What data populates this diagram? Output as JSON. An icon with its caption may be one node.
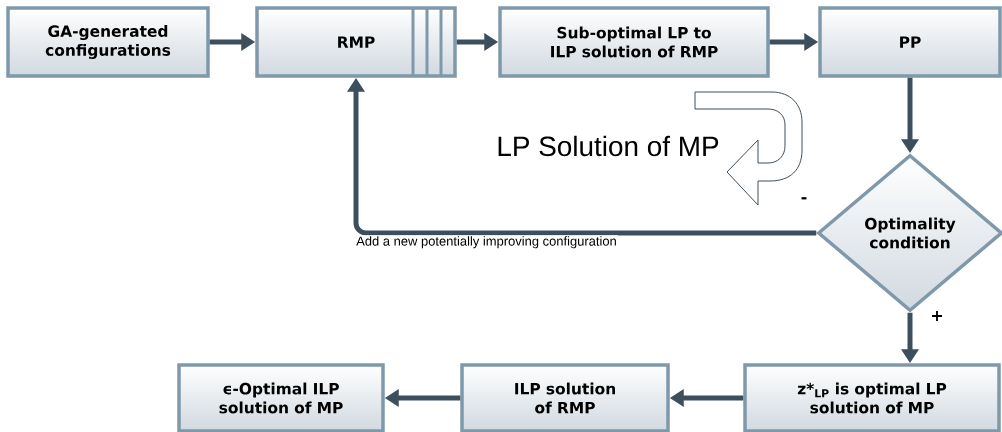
{
  "diagram": {
    "nodes": [
      {
        "text": [
          "GA-generated configurations"
        ]
      },
      {
        "text": [
          "RMP"
        ]
      },
      {
        "text": [
          "Sub-optimal LP to ILP solution of RMP"
        ]
      },
      {
        "text": [
          "PP"
        ]
      },
      {
        "text": [
          "Optimality condition"
        ]
      },
      {
        "text": [
          "z*$_{LP}$ is optimal LP solution of MP"
        ]
      },
      {
        "text": [
          "ILP solution of RMP"
        ]
      },
      {
        "text": [
          "ϵ-Optimal ILP solution of MP"
        ]
      }
    ],
    "edges": [
      {
        "from": 0,
        "to": 1,
        "arrow": "to"
      },
      {
        "from": 1,
        "to": 2,
        "arrow": "to"
      },
      {
        "from": 2,
        "to": 3,
        "arrow": "to"
      },
      {
        "from": 3,
        "to": 4,
        "arrow": "to"
      },
      {
        "from": 4,
        "to": 1,
        "arrow": "to",
        "label": "Add a new potentially improving configuration"
      },
      {
        "from": 4,
        "to": 5,
        "arrow": "to",
        "label": "+"
      },
      {
        "from": 5,
        "to": 6,
        "arrow": "to"
      },
      {
        "from": 6,
        "to": 7,
        "arrow": "to"
      }
    ],
    "labels": [
      "LP Solution of MP",
      "-"
    ]
  }
}
